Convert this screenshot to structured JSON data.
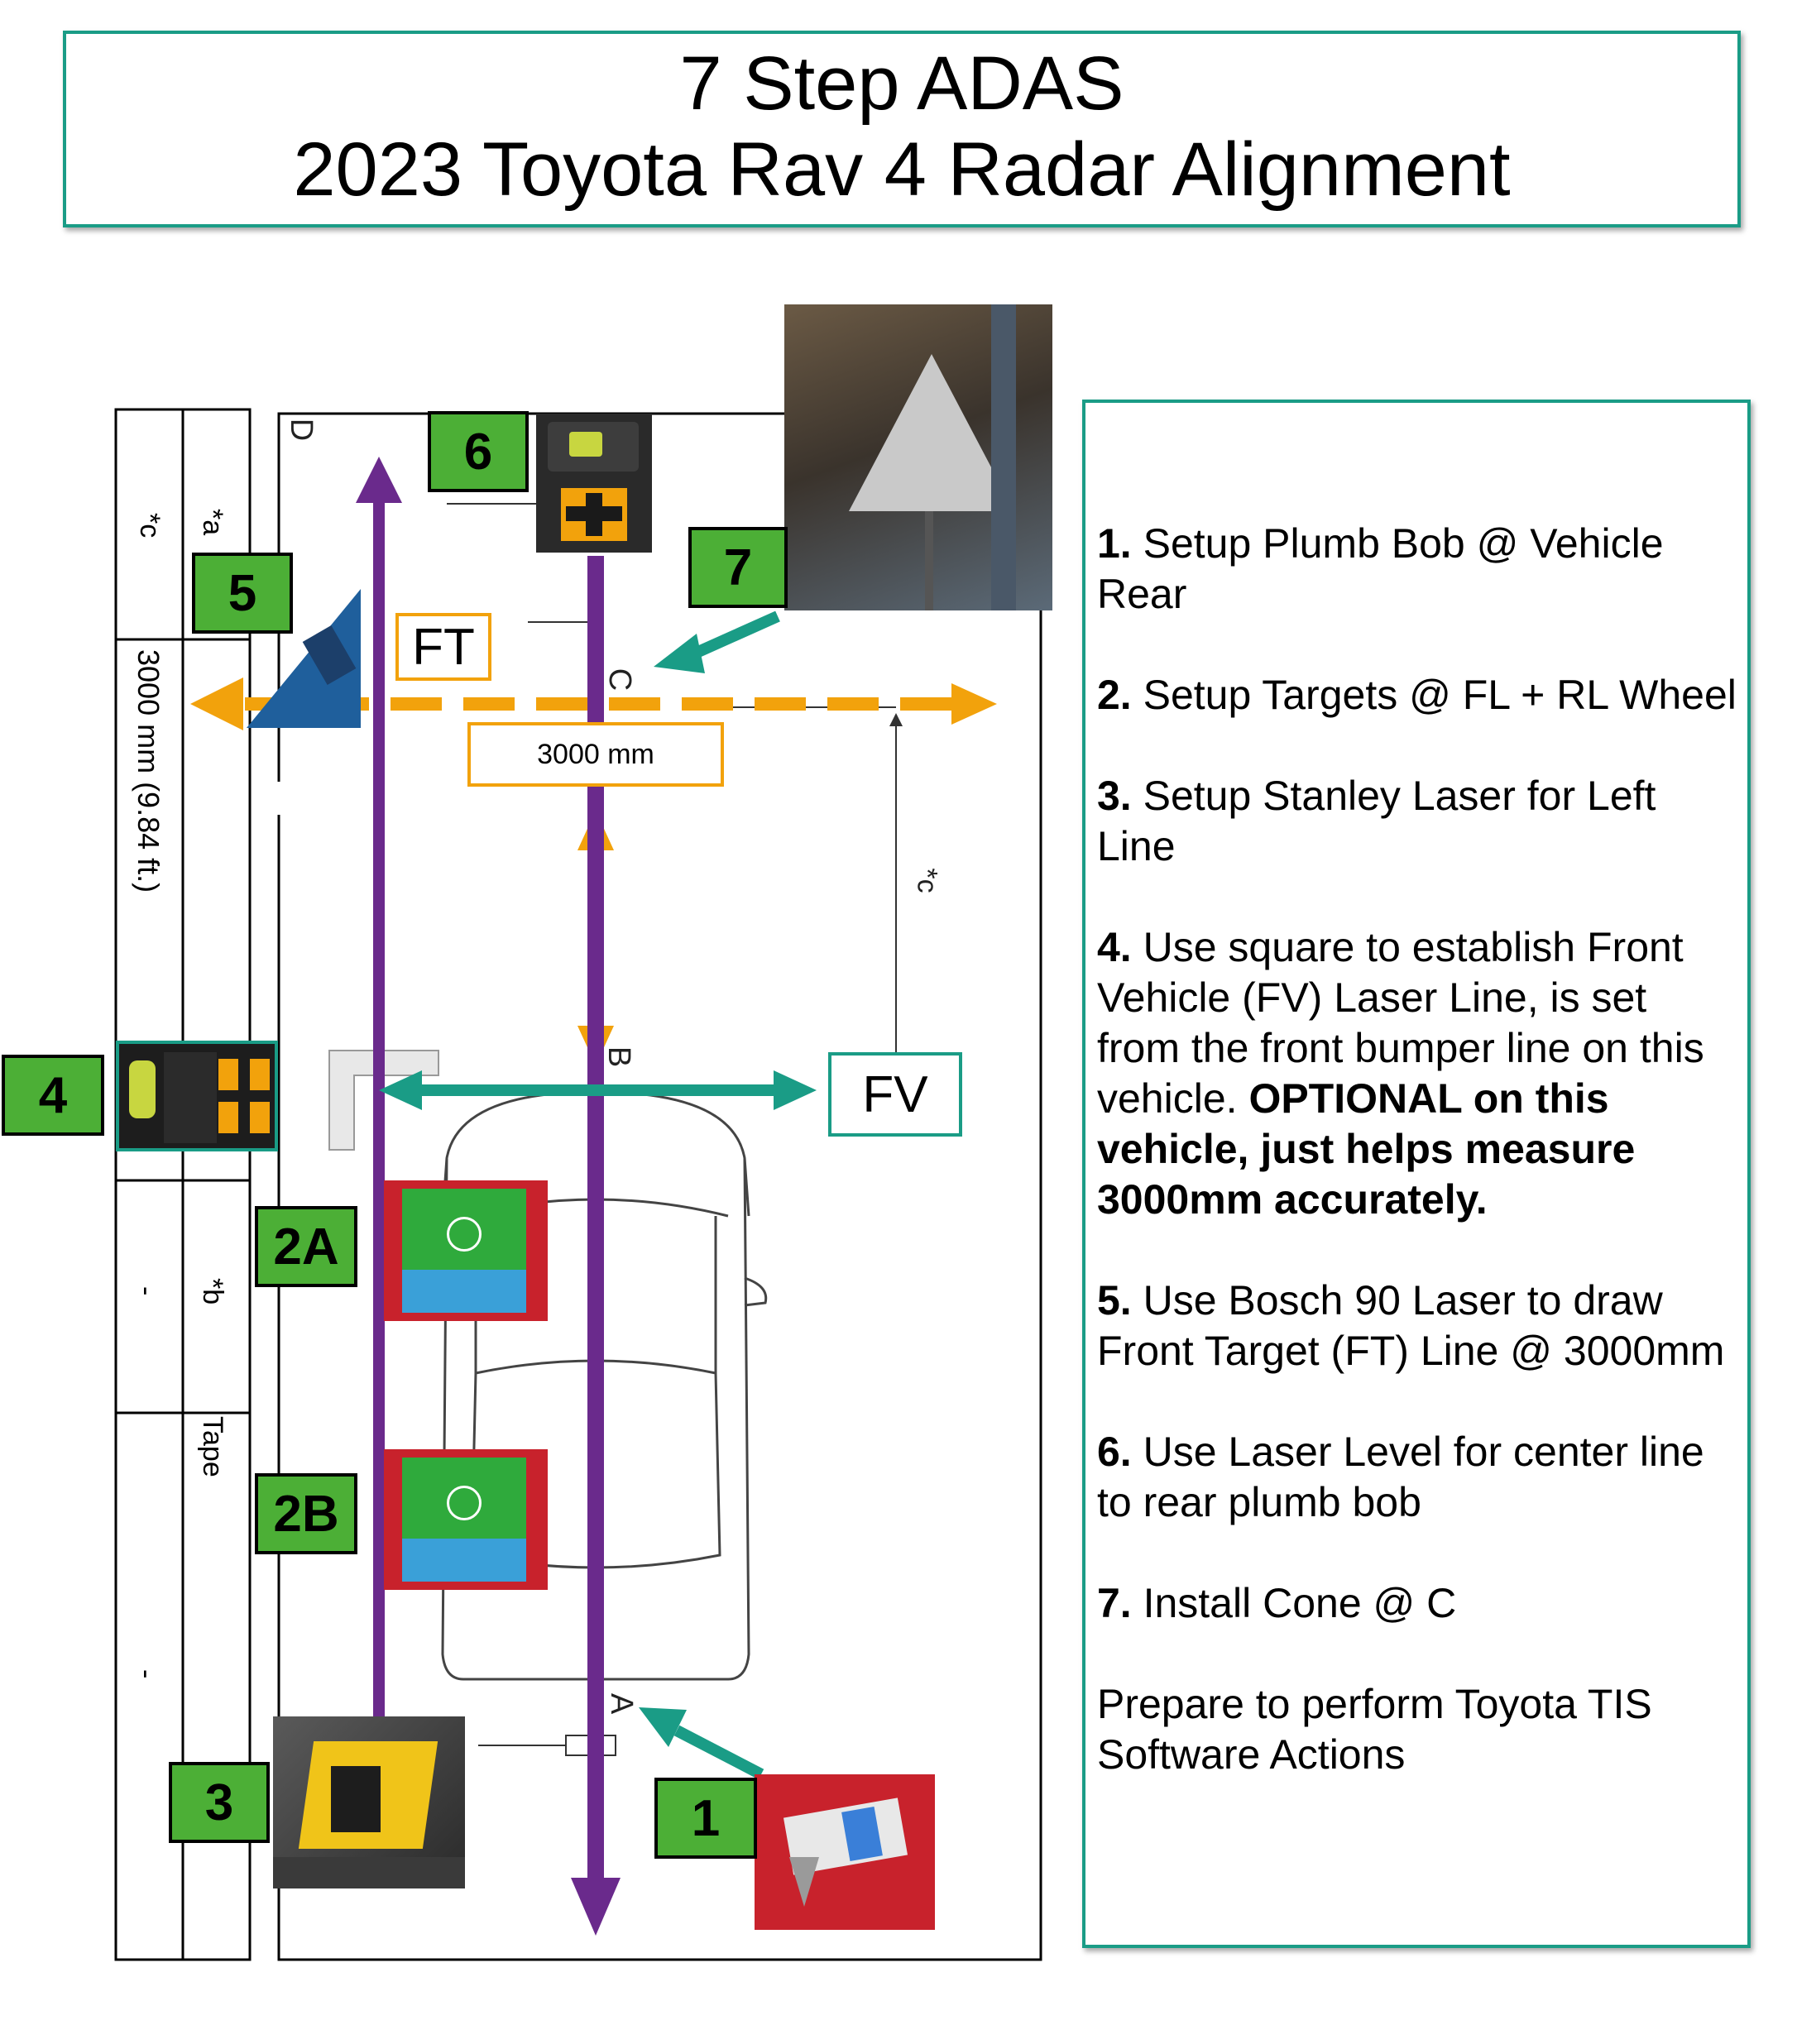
{
  "title": {
    "line1": "7 Step ADAS",
    "line2": "2023 Toyota Rav 4 Radar Alignment"
  },
  "colors": {
    "teal": "#1a9c86",
    "step_green": "#4caf36",
    "purple": "#6a2a8c",
    "orange": "#f2a20c"
  },
  "instructions": [
    {
      "num": "1.",
      "text": " Setup Plumb Bob @ Vehicle Rear",
      "bold_text": ""
    },
    {
      "num": "2.",
      "text": " Setup Targets @ FL + RL Wheel",
      "bold_text": ""
    },
    {
      "num": "3.",
      "text": " Setup Stanley Laser for Left Line",
      "bold_text": ""
    },
    {
      "num": "4.",
      "text": " Use square to establish Front Vehicle (FV) Laser Line, is set from the front bumper line on this vehicle. ",
      "bold_text": "OPTIONAL on this vehicle, just helps measure 3000mm accurately."
    },
    {
      "num": "5.",
      "text": " Use Bosch 90 Laser to draw Front Target (FT) Line @ 3000mm",
      "bold_text": ""
    },
    {
      "num": "6.",
      "text": " Use Laser Level for center line to rear plumb bob",
      "bold_text": ""
    },
    {
      "num": "7.",
      "text": " Install Cone @ C",
      "bold_text": ""
    }
  ],
  "closing_note": "Prepare to perform Toyota TIS Software Actions",
  "step_badges": {
    "s1": "1",
    "s2a": "2A",
    "s2b": "2B",
    "s3": "3",
    "s4": "4",
    "s5": "5",
    "s6": "6",
    "s7": "7"
  },
  "diagram_labels": {
    "ft": "FT",
    "fv": "FV",
    "distance": "3000 mm",
    "point_a": "A",
    "point_b": "B",
    "point_c": "C",
    "point_d": "D",
    "dim_c": "*c"
  },
  "side_table": {
    "col1": [
      "*c",
      "3000 mm (9.84 ft.)",
      "-",
      "-"
    ],
    "col2": [
      "*a",
      "*b",
      "Tape"
    ]
  },
  "icons": [
    "laser-level-photo",
    "cone-target-photo",
    "bosch-square-laser-photo",
    "stanley-laser-photo",
    "reflective-target-photo",
    "plumb-bob-photo",
    "framing-square-icon",
    "car-outline"
  ]
}
